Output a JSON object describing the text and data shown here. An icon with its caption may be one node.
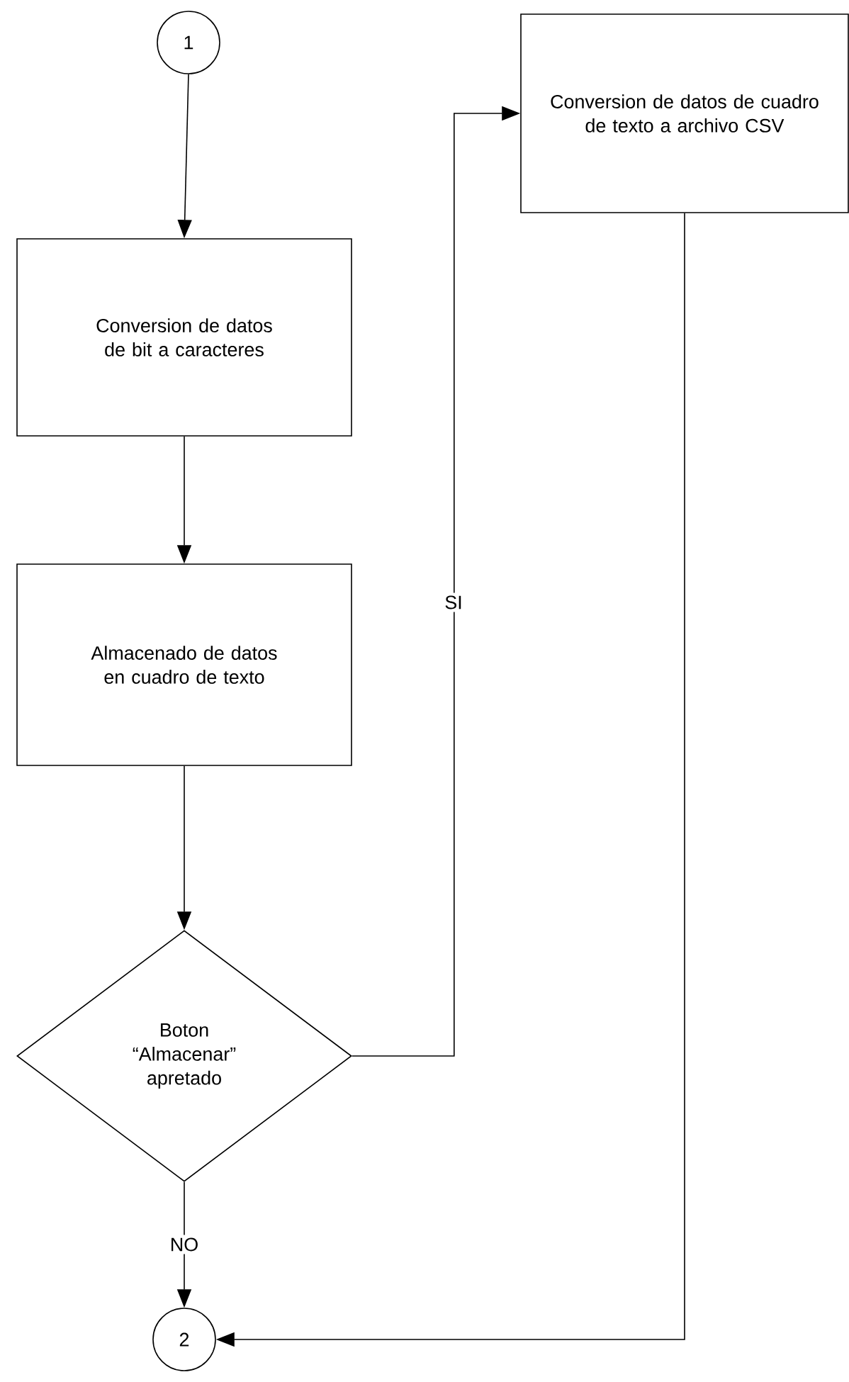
{
  "diagram": {
    "nodes": [
      {
        "text": [
          "1"
        ]
      },
      {
        "text": [
          "Conversion de datos de bit a caracteres"
        ]
      },
      {
        "text": [
          "Almacenado de datos en cuadro de texto"
        ]
      },
      {
        "text": [
          "Boton “Almacenar” apretado"
        ]
      },
      {
        "text": [
          "2"
        ]
      },
      {
        "text": [
          "Conversion de datos de cuadro de texto a archivo CSV"
        ]
      }
    ],
    "edges": [
      {
        "from": 0,
        "to": 1,
        "arrow": "to"
      },
      {
        "from": 1,
        "to": 2,
        "arrow": "to"
      },
      {
        "from": 2,
        "to": 3,
        "arrow": "to"
      },
      {
        "from": 3,
        "to": 5,
        "arrow": "to",
        "label": "SI"
      },
      {
        "from": 3,
        "to": 4,
        "arrow": "to",
        "label": "NO"
      },
      {
        "from": 5,
        "to": 4,
        "arrow": "to"
      }
    ]
  }
}
